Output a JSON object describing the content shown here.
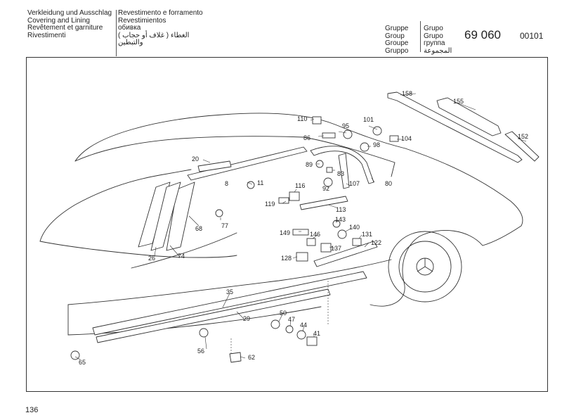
{
  "header": {
    "title_de": "Verkleidung und Ausschlag",
    "title_en": "Covering and Lining",
    "title_fr": "Revêtement et garniture",
    "title_sv": "Rivestimenti",
    "title_it": "Revestimento e forramento",
    "title_es": "Revestimientos",
    "title_ru": "обивка",
    "title_ar_1": "الغطاء ( غلاف أو حجاب )",
    "title_ar_2": "والتبطين",
    "group_labels": [
      "Gruppe",
      "Group",
      "Groupe",
      "Gruppo"
    ],
    "group_labels_2": [
      "Grupo",
      "Grupo",
      "группа",
      "المجموعة"
    ],
    "group_number": "69 060",
    "doc_code": "00101"
  },
  "page_number": "136",
  "callouts": {
    "c158": "158",
    "c155": "155",
    "c152": "152",
    "c110": "110",
    "c95": "95",
    "c101": "101",
    "c86": "86",
    "c104": "104",
    "c98": "98",
    "c89": "89",
    "c83": "83",
    "c92": "92",
    "c107": "107",
    "c80": "80",
    "c20": "20",
    "c8": "8",
    "c11": "11",
    "c116": "116",
    "c119": "119",
    "c113": "113",
    "c77": "77",
    "c68": "68",
    "c26": "26",
    "c74": "74",
    "c143": "143",
    "c149": "149",
    "c146": "146",
    "c140": "140",
    "c131": "131",
    "c137": "137",
    "c128": "128",
    "c122": "122",
    "c35": "35",
    "c29": "29",
    "c50": "50",
    "c47": "47",
    "c44": "44",
    "c41": "41",
    "c56": "56",
    "c62": "62",
    "c65": "65"
  }
}
